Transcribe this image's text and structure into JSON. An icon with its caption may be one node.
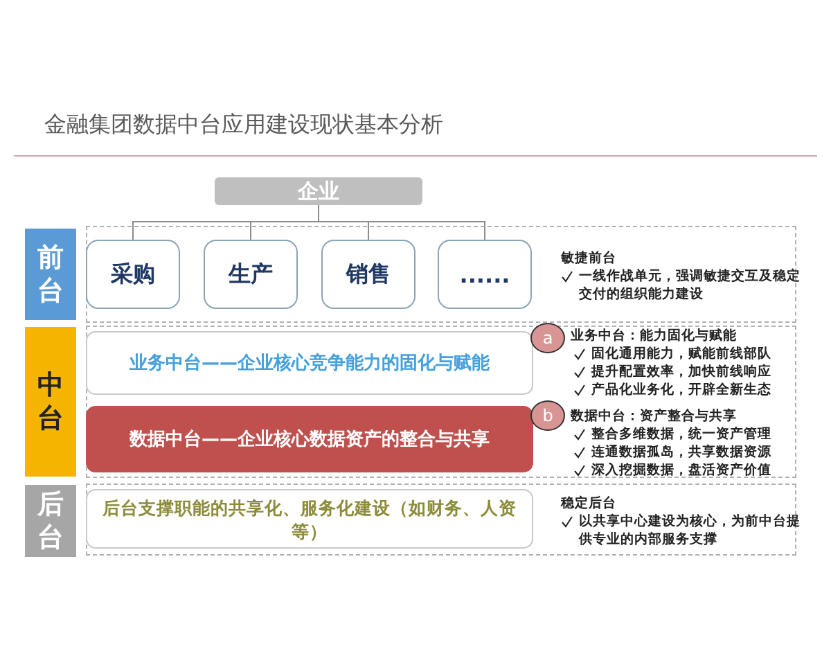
{
  "diagram": {
    "title": "金融集团数据中台应用建设现状基本分析",
    "nodes": [
      {
        "text": [
          "企业"
        ]
      },
      {
        "text": [
          "前台"
        ]
      },
      {
        "text": [
          "敏捷前台",
          "一线作战单元，强调敏捷交互及稳定交付的组织能力建设"
        ]
      },
      {
        "text": [
          "采购"
        ],
        "in": 2
      },
      {
        "text": [
          "生产"
        ],
        "in": 2
      },
      {
        "text": [
          "销售"
        ],
        "in": 2
      },
      {
        "text": [
          "......"
        ],
        "in": 2
      },
      {
        "text": [
          "中台"
        ]
      },
      {
        "text": [],
        "shape": "box"
      },
      {
        "text": [
          "业务中台——企业核心竞争能力的固化与赋能"
        ],
        "in": 8
      },
      {
        "text": [
          "数据中台——企业核心数据资产的整合与共享"
        ],
        "in": 8
      },
      {
        "text": [
          "a"
        ],
        "in": 8,
        "beside": [
          "业务中台：能力固化与赋能",
          "固化通用能力，赋能前线部队",
          "提升配置效率，加快前线响应",
          "产品化业务化，开辟全新生态"
        ]
      },
      {
        "text": [
          "b"
        ],
        "in": 8,
        "beside": [
          "数据中台：资产整合与共享",
          "整合多维数据，统一资产管理",
          "连通数据孤岛，共享数据资源",
          "深入挖掘数据，盘活资产价值"
        ]
      },
      {
        "text": [
          "后台"
        ]
      },
      {
        "text": [
          "稳定后台",
          "以共享中心建设为核心，为前中台提供专业的内部服务支撑"
        ]
      },
      {
        "text": [
          "后台支撑职能的共享化、服务化建设（如财务、人资等）"
        ],
        "in": 14
      }
    ],
    "edges": [
      {
        "from": 0,
        "to": 3,
        "arrow": "none"
      },
      {
        "from": 0,
        "to": 4,
        "arrow": "none"
      },
      {
        "from": 0,
        "to": 5,
        "arrow": "none"
      },
      {
        "from": 0,
        "to": 6,
        "arrow": "none"
      }
    ]
  }
}
